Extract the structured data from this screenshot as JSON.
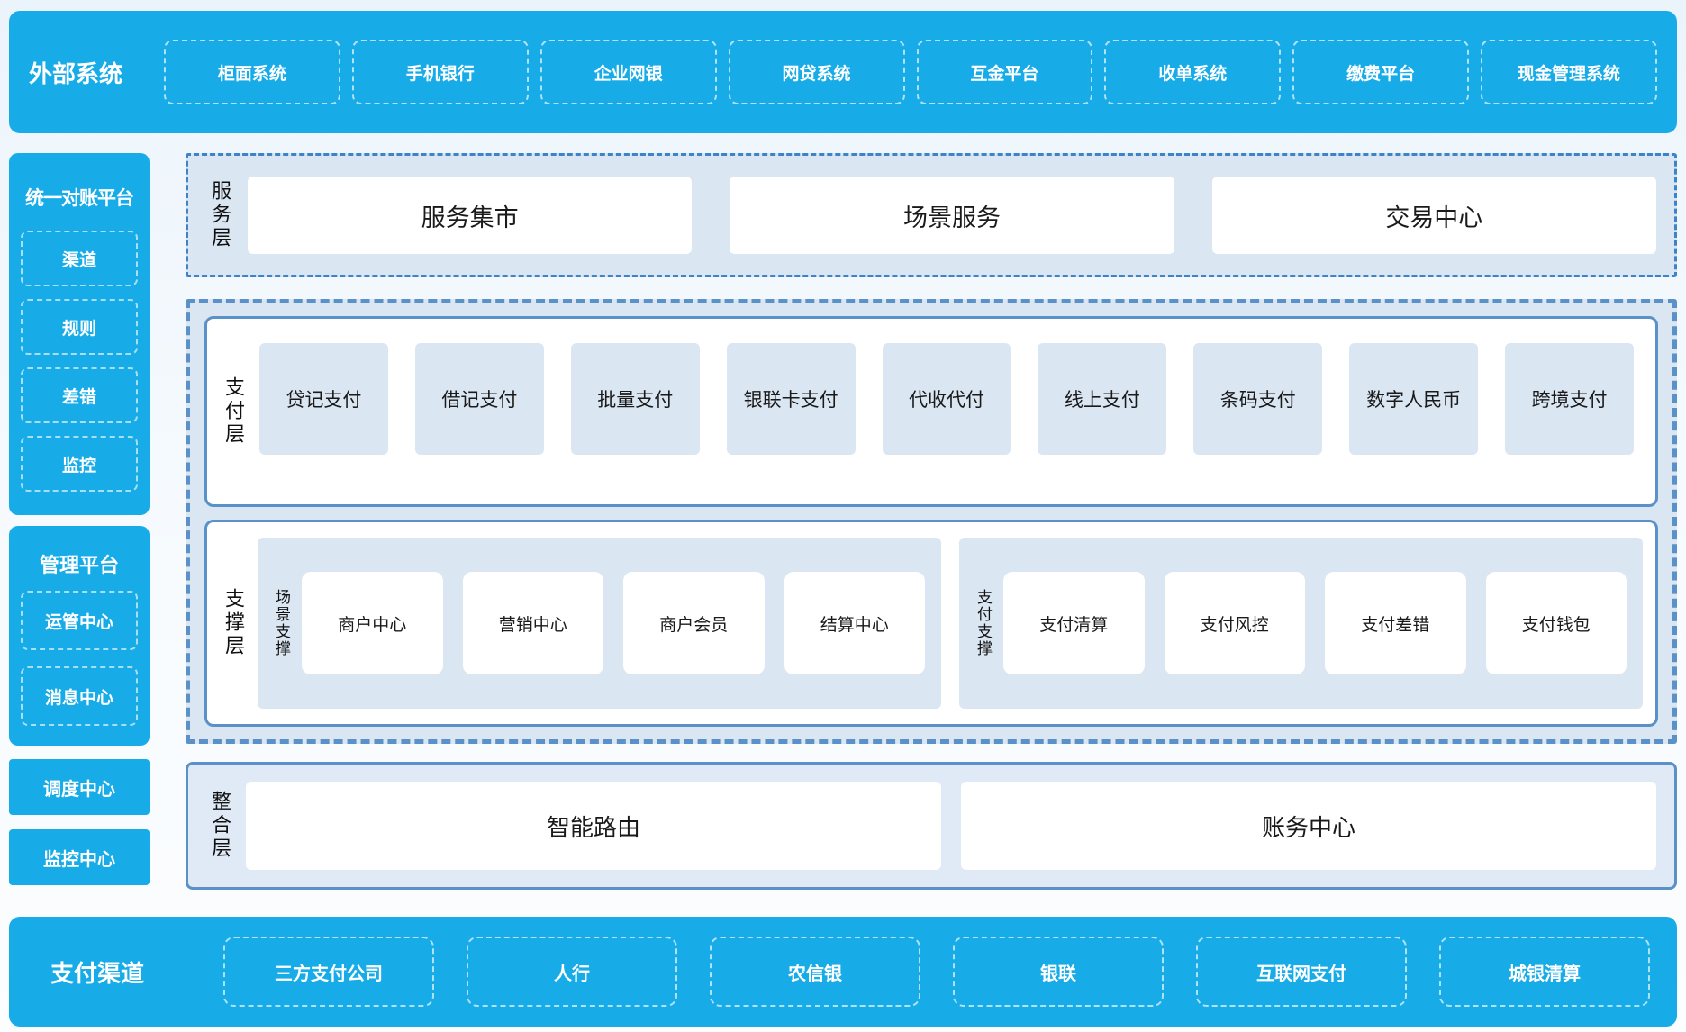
{
  "colors": {
    "accent_blue": "#17ace8",
    "panel_blue": "#dbe6f3",
    "solid_border_blue": "#5a91c9",
    "dashdot_border_blue": "#3c83c9",
    "text_dark": "#1a1a1a",
    "text_white": "#ffffff"
  },
  "top_bar": {
    "title": "外部系统",
    "items": [
      "柜面系统",
      "手机银行",
      "企业网银",
      "网贷系统",
      "互金平台",
      "收单系统",
      "缴费平台",
      "现金管理系统"
    ]
  },
  "sidebar": {
    "reconciliation_platform": {
      "title": "统一对账平台",
      "items": [
        "渠道",
        "规则",
        "差错",
        "监控"
      ]
    },
    "management_platform": {
      "title": "管理平台",
      "items": [
        "运管中心",
        "消息中心"
      ]
    },
    "dispatch_center": "调度中心",
    "monitor_center": "监控中心"
  },
  "service_layer": {
    "label": "服务层",
    "items": [
      "服务集市",
      "场景服务",
      "交易中心"
    ]
  },
  "payment_layer": {
    "label": "支付层",
    "items": [
      "贷记支付",
      "借记支付",
      "批量支付",
      "银联卡支付",
      "代收代付",
      "线上支付",
      "条码支付",
      "数字人民币",
      "跨境支付"
    ]
  },
  "support_layer": {
    "label": "支撑层",
    "groups": [
      {
        "label": "场景支撑",
        "items": [
          "商户中心",
          "营销中心",
          "商户会员",
          "结算中心"
        ]
      },
      {
        "label": "支付支撑",
        "items": [
          "支付清算",
          "支付风控",
          "支付差错",
          "支付钱包"
        ]
      }
    ]
  },
  "integration_layer": {
    "label": "整合层",
    "items": [
      "智能路由",
      "账务中心"
    ]
  },
  "bottom_bar": {
    "title": "支付渠道",
    "items": [
      "三方支付公司",
      "人行",
      "农信银",
      "银联",
      "互联网支付",
      "城银清算"
    ]
  }
}
